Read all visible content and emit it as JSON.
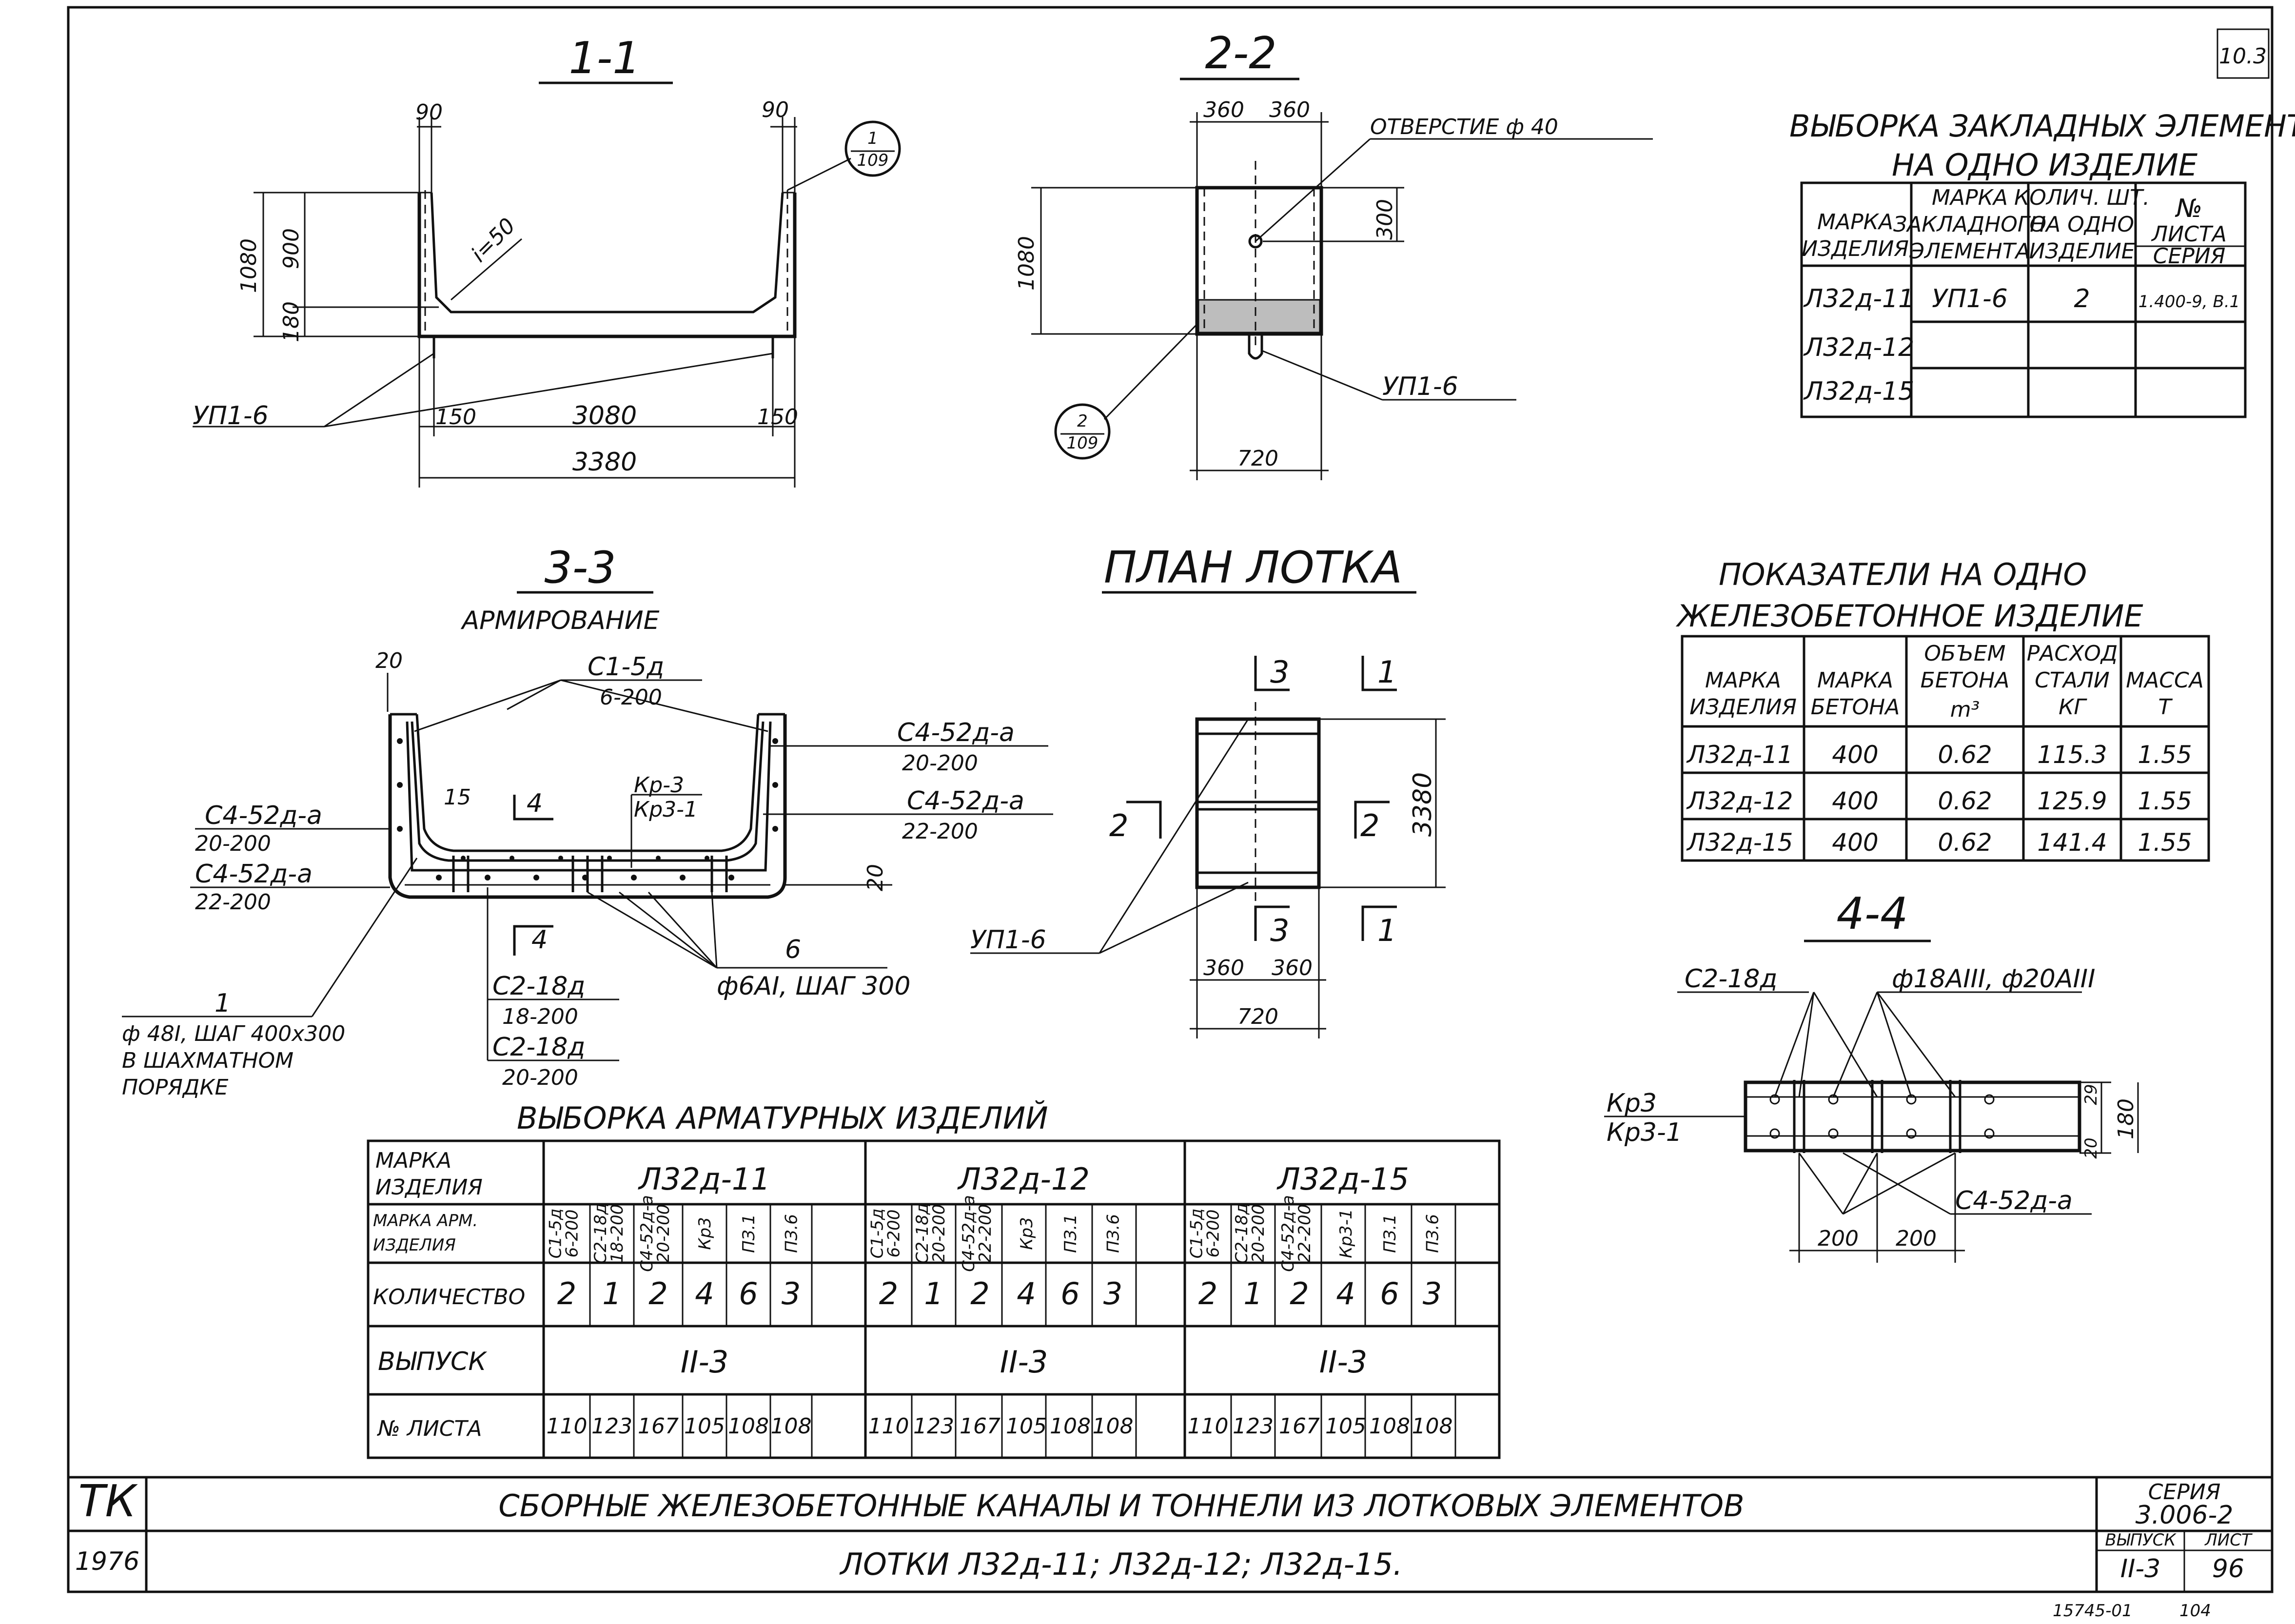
{
  "corner_mark": "10.3",
  "views": {
    "s11": {
      "title": "1-1",
      "dims": {
        "top_left": "90",
        "top_right": "90",
        "height_total": "1080",
        "height_wall": "900",
        "height_floor": "180",
        "slope": "i=50",
        "bottom_left": "150",
        "bottom_mid": "3080",
        "bottom_right": "150",
        "bottom_total": "3380"
      },
      "element": "УП1-6",
      "callout_num": "1",
      "callout_sheet": "109"
    },
    "s22": {
      "title": "2-2",
      "dims": {
        "top_left": "360",
        "top_right": "360",
        "height": "1080",
        "hole_height": "300",
        "bottom": "720"
      },
      "hole_label": "ОТВЕРСТИЕ ф 40",
      "element": "УП1-6",
      "callout_num": "2",
      "callout_sheet": "109"
    },
    "s33": {
      "title": "3-3",
      "subtitle": "АРМИРОВАНИЕ",
      "labels": {
        "c1": "С1-5д",
        "c1_step": "6-200",
        "c4_right_a": "С4-52д-а",
        "c4_right_a_step": "20-200",
        "c4_right_b": "С4-52д-а",
        "c4_right_b_step": "22-200",
        "c4_left_a": "С4-52д-а",
        "c4_left_a_step": "20-200",
        "c4_left_b": "С4-52д-а",
        "c4_left_b_step": "22-200",
        "dim_top": "20",
        "dim_15": "15",
        "section_mark": "4",
        "section_mark_b": "4",
        "kp": "Кр-3",
        "kp1": "Кр3-1",
        "dim_right": "20",
        "c2_a": "С2-18д",
        "c2_a_step": "18-200",
        "c2_b": "С2-18д",
        "c2_b_step": "20-200",
        "num6": "6",
        "rebar6": "ф6AI, ШАГ 300",
        "num1": "1",
        "rebar1_line1": "ф 48I, ШАГ 400x300",
        "rebar1_line2": "В ШАХМАТНОМ",
        "rebar1_line3": "ПОРЯДКЕ"
      }
    },
    "plan": {
      "title": "ПЛАН ЛОТКА",
      "marks": {
        "top3": "3",
        "top1": "1",
        "left2": "2",
        "right2": "2",
        "bot3": "3",
        "bot1": "1"
      },
      "dims": {
        "length": "3380",
        "half_left": "360",
        "half_right": "360",
        "width": "720"
      },
      "element": "УП1-6"
    },
    "s44": {
      "title": "4-4",
      "labels": {
        "c2": "С2-18д",
        "rebar": "ф18AIII, ф20AIII",
        "kp": "Кр3",
        "kp1": "Кр3-1",
        "dim29": "29",
        "dim20": "20",
        "dim180": "180",
        "c4": "С4-52д-а",
        "step1": "200",
        "step2": "200"
      }
    }
  },
  "embedded_table": {
    "title_line1": "ВЫБОРКА ЗАКЛАДНЫХ ЭЛЕМЕНТОВ",
    "title_line2": "НА ОДНО ИЗДЕЛИЕ",
    "headers": [
      [
        "МАРКА",
        "ИЗДЕЛИЯ"
      ],
      [
        "МАРКА",
        "ЗАКЛАДНОГО",
        "ЭЛЕМЕНТА"
      ],
      [
        "КОЛИЧ. ШТ.",
        "НА ОДНО",
        "ИЗДЕЛИЕ"
      ],
      [
        "№",
        "ЛИСТА"
      ]
    ],
    "series_cell": "СЕРИЯ",
    "rows": [
      {
        "mark": "Л32д-11",
        "element": "УП1-6",
        "qty": "2",
        "sheet": "1.400-9, В.1"
      },
      {
        "mark": "Л32д-12",
        "element": "",
        "qty": "",
        "sheet": ""
      },
      {
        "mark": "Л32д-15",
        "element": "",
        "qty": "",
        "sheet": ""
      }
    ]
  },
  "indicators_table": {
    "title_line1": "ПОКАЗАТЕЛИ НА ОДНО",
    "title_line2": "ЖЕЛЕЗОБЕТОННОЕ ИЗДЕЛИЕ",
    "headers": [
      [
        "МАРКА",
        "ИЗДЕЛИЯ"
      ],
      [
        "МАРКА",
        "БЕТОНА"
      ],
      [
        "ОБЪЕМ",
        "БЕТОНА",
        "m³"
      ],
      [
        "РАСХОД",
        "СТАЛИ",
        "КГ"
      ],
      [
        "МАССА",
        "Т"
      ]
    ],
    "rows": [
      [
        "Л32д-11",
        "400",
        "0.62",
        "115.3",
        "1.55"
      ],
      [
        "Л32д-12",
        "400",
        "0.62",
        "125.9",
        "1.55"
      ],
      [
        "Л32д-15",
        "400",
        "0.62",
        "141.4",
        "1.55"
      ]
    ]
  },
  "rebar_table": {
    "title": "ВЫБОРКА АРМАТУРНЫХ ИЗДЕЛИЙ",
    "row_labels": {
      "product": [
        "МАРКА",
        "ИЗДЕЛИЯ"
      ],
      "rebar": [
        "МАРКА АРМ.",
        "ИЗДЕЛИЯ"
      ],
      "qty": "КОЛИЧЕСТВО",
      "issue": "ВЫПУСК",
      "sheet": "№ ЛИСТА"
    },
    "groups": [
      {
        "product": "Л32д-11",
        "items": [
          [
            "С1-5д",
            "6-200"
          ],
          [
            "С2-18д",
            "18-200"
          ],
          [
            "С4-52д-а",
            "20-200"
          ],
          [
            "Кр3"
          ],
          [
            "ПЗ.1"
          ],
          [
            "ПЗ.6"
          ]
        ],
        "qty": [
          "2",
          "1",
          "2",
          "4",
          "6",
          "3"
        ],
        "issue": "II-3",
        "sheets": [
          "110",
          "123",
          "167",
          "105",
          "108",
          "108"
        ]
      },
      {
        "product": "Л32д-12",
        "items": [
          [
            "С1-5д",
            "6-200"
          ],
          [
            "С2-18д",
            "20-200"
          ],
          [
            "С4-52д-а",
            "22-200"
          ],
          [
            "Кр3"
          ],
          [
            "ПЗ.1"
          ],
          [
            "ПЗ.6"
          ]
        ],
        "qty": [
          "2",
          "1",
          "2",
          "4",
          "6",
          "3"
        ],
        "issue": "II-3",
        "sheets": [
          "110",
          "123",
          "167",
          "105",
          "108",
          "108"
        ]
      },
      {
        "product": "Л32д-15",
        "items": [
          [
            "С1-5д",
            "6-200"
          ],
          [
            "С2-18д",
            "20-200"
          ],
          [
            "С4-52д-а",
            "22-200"
          ],
          [
            "Кр3-1"
          ],
          [
            "ПЗ.1"
          ],
          [
            "ПЗ.6"
          ]
        ],
        "qty": [
          "2",
          "1",
          "2",
          "4",
          "6",
          "3"
        ],
        "issue": "II-3",
        "sheets": [
          "110",
          "123",
          "167",
          "105",
          "108",
          "108"
        ]
      }
    ]
  },
  "title_block": {
    "org": "ТК",
    "year": "1976",
    "title": "СБОРНЫЕ ЖЕЛЕЗОБЕТОННЫЕ КАНАЛЫ И ТОННЕЛИ ИЗ ЛОТКОВЫХ ЭЛЕМЕНТОВ",
    "subtitle": "ЛОТКИ Л32д-11; Л32д-12; Л32д-15.",
    "series_label": "СЕРИЯ",
    "series_value": "3.006-2",
    "issue_label": "ВЫПУСК",
    "issue_value": "II-3",
    "sheet_label": "ЛИСТ",
    "sheet_value": "96"
  },
  "footer": {
    "code": "15745-01",
    "page": "104"
  }
}
